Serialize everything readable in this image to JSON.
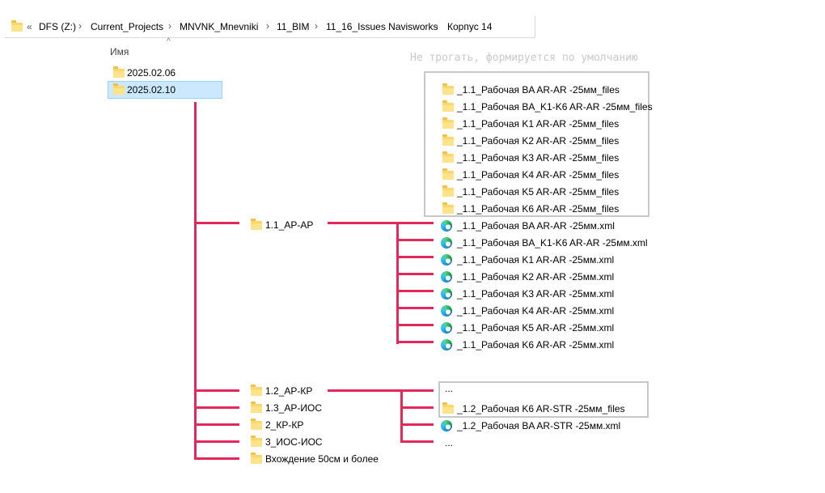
{
  "breadcrumb": {
    "overflow": "«",
    "items": [
      "DFS (Z:)",
      "Current_Projects",
      "MNVNK_Mnevniki",
      "11_BIM",
      "11_16_Issues Navisworks",
      "Корпус 14"
    ]
  },
  "column_header": "Имя",
  "date_folders": [
    "2025.02.06",
    "2025.02.10"
  ],
  "note": "Не трогать, формируется по умолчанию",
  "top_files_folders": [
    "_1.1_Рабочая BA AR-AR -25мм_files",
    "_1.1_Рабочая BA_K1-K6 AR-AR -25мм_files",
    "_1.1_Рабочая K1 AR-AR -25мм_files",
    "_1.1_Рабочая K2 AR-AR -25мм_files",
    "_1.1_Рабочая K3 AR-AR -25мм_files",
    "_1.1_Рабочая K4 AR-AR -25мм_files",
    "_1.1_Рабочая K5 AR-AR -25мм_files",
    "_1.1_Рабочая K6 AR-AR -25мм_files"
  ],
  "xml_files": [
    "_1.1_Рабочая BA AR-AR -25мм.xml",
    "_1.1_Рабочая BA_K1-K6 AR-AR -25мм.xml",
    "_1.1_Рабочая K1 AR-AR -25мм.xml",
    "_1.1_Рабочая K2 AR-AR -25мм.xml",
    "_1.1_Рабочая K3 AR-AR -25мм.xml",
    "_1.1_Рабочая K4 AR-AR -25мм.xml",
    "_1.1_Рабочая K5 AR-AR -25мм.xml",
    "_1.1_Рабочая K6 AR-AR -25мм.xml"
  ],
  "subfolders": [
    "1.1_АР-АР",
    "1.2_АР-КР",
    "1.3_АР-ИОС",
    "2_КР-КР",
    "3_ИОС-ИОС",
    "Вхождение 50см и более"
  ],
  "kr_group": {
    "ellipsis_top": "...",
    "files_folder": "_1.2_Рабочая K6 AR-STR -25мм_files",
    "xml_file": "_1.2_Рабочая BA AR-STR -25мм.xml",
    "ellipsis_bottom": "..."
  }
}
